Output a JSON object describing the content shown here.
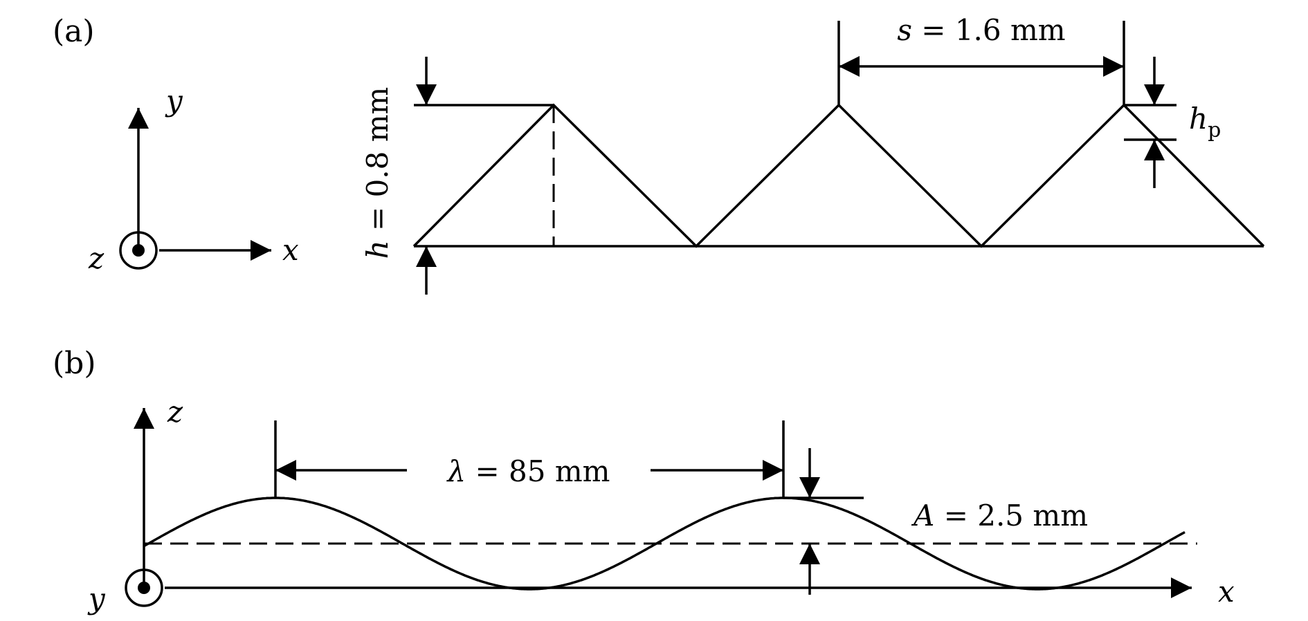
{
  "panels": {
    "a": {
      "label": "(a)"
    },
    "b": {
      "label": "(b)"
    }
  },
  "axes_a": {
    "x": "x",
    "y": "y",
    "z": "z"
  },
  "axes_b": {
    "x": "x",
    "z": "z",
    "y": "y"
  },
  "dims_a": {
    "h_sym": "h",
    "h_val": " = 0.8 mm",
    "s_sym": "s",
    "s_val": " = 1.6 mm",
    "hp_sym": "h",
    "hp_sub": "p"
  },
  "dims_b": {
    "lambda_sym": "λ",
    "lambda_val": " = 85 mm",
    "A_sym": "A",
    "A_val": " = 2.5 mm"
  },
  "colors": {
    "stroke": "#000000",
    "background": "#ffffff"
  }
}
